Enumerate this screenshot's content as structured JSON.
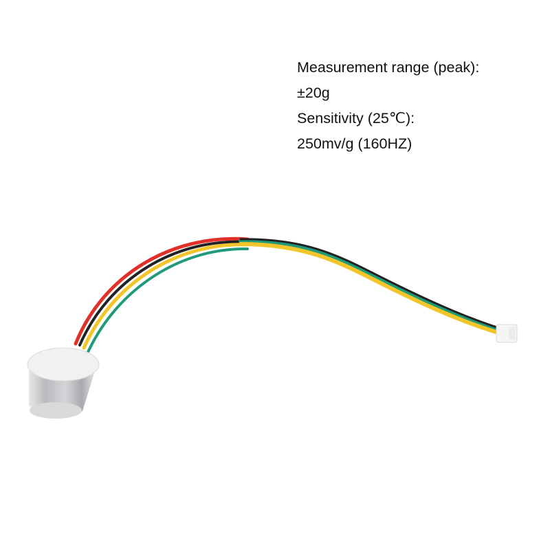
{
  "specs": {
    "lines": [
      "Measurement range (peak):",
      "±20g",
      "Sensitivity (25℃):",
      "250mv/g (160HZ)"
    ]
  },
  "product": {
    "name": "vibration-sensor-with-cable",
    "wire_colors": {
      "red": "#e0302a",
      "black": "#222222",
      "yellow": "#f2c62a",
      "green": "#1f9a7a"
    },
    "housing_color": "#c9cacc",
    "connector_color": "#f4f4f4"
  }
}
